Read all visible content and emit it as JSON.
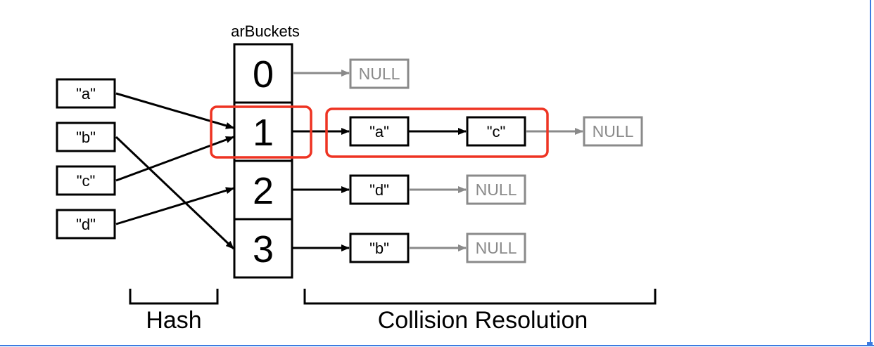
{
  "title": "arBuckets",
  "keys": [
    "\"a\"",
    "\"b\"",
    "\"c\"",
    "\"d\""
  ],
  "buckets": [
    "0",
    "1",
    "2",
    "3"
  ],
  "chains": {
    "bucket0": {
      "null": "NULL"
    },
    "bucket1": {
      "nodes": [
        "\"a\"",
        "\"c\""
      ],
      "null": "NULL"
    },
    "bucket2": {
      "nodes": [
        "\"d\""
      ],
      "null": "NULL"
    },
    "bucket3": {
      "nodes": [
        "\"b\""
      ],
      "null": "NULL"
    }
  },
  "sections": {
    "hash": "Hash",
    "collision": "Collision Resolution"
  },
  "colors": {
    "stroke": "#000000",
    "null_gray": "#8a8a8a",
    "highlight": "#ee3322",
    "frame": "#3d7be0"
  }
}
